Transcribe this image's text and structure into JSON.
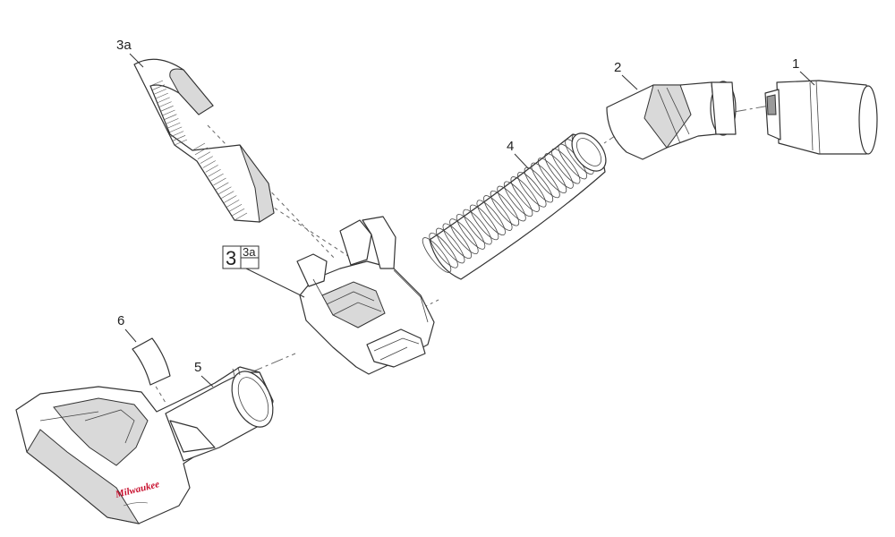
{
  "callouts": {
    "c1": "1",
    "c2": "2",
    "c3a": "3a",
    "c4": "4",
    "c5": "5",
    "c6": "6"
  },
  "kit_box": {
    "number": "3",
    "sub": "3a"
  },
  "logo_text": "Milwaukee",
  "colors": {
    "line": "#333333",
    "shade": "#d9d9d9",
    "logo": "#c8102e"
  }
}
